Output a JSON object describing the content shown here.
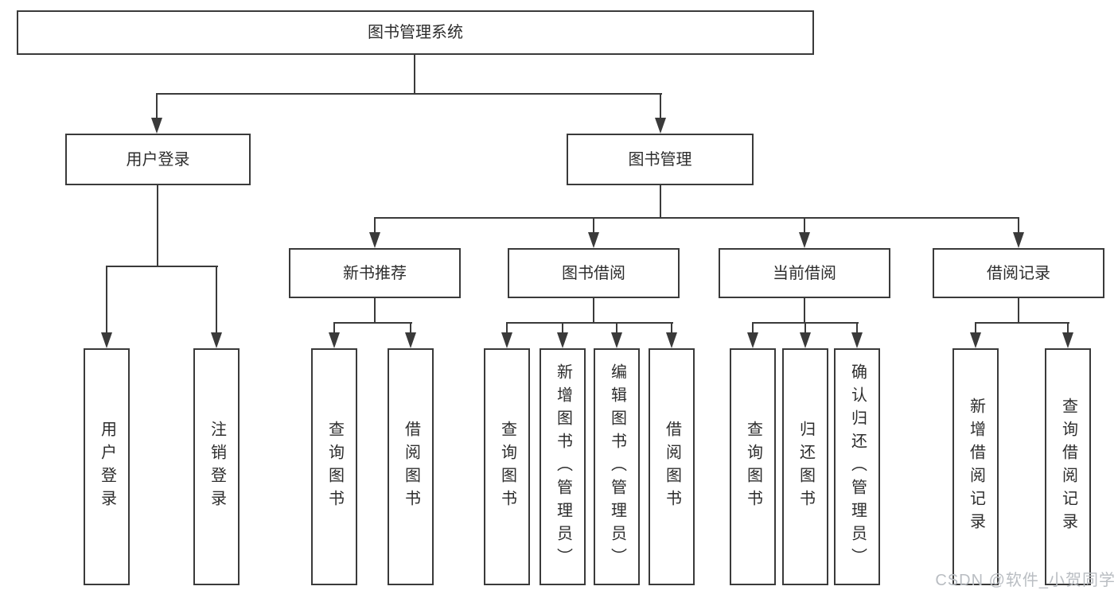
{
  "diagram": {
    "root_label": "图书管理系统",
    "branches": [
      {
        "label": "用户登录",
        "children": [
          {
            "label": "用户登录"
          },
          {
            "label": "注销登录"
          }
        ]
      },
      {
        "label": "图书管理",
        "sections": [
          {
            "label": "新书推荐",
            "children": [
              {
                "label": "查询图书"
              },
              {
                "label": "借阅图书"
              }
            ]
          },
          {
            "label": "图书借阅",
            "children": [
              {
                "label": "查询图书"
              },
              {
                "label": "新增图书（管理员）"
              },
              {
                "label": "编辑图书（管理员）"
              },
              {
                "label": "借阅图书"
              }
            ]
          },
          {
            "label": "当前借阅",
            "children": [
              {
                "label": "查询图书"
              },
              {
                "label": "归还图书"
              },
              {
                "label": "确认归还（管理员）"
              }
            ]
          },
          {
            "label": "借阅记录",
            "children": [
              {
                "label": "新增借阅记录"
              },
              {
                "label": "查询借阅记录"
              }
            ]
          }
        ]
      }
    ]
  },
  "watermark": {
    "text": "CSDN @软件_小贺同学"
  },
  "colors": {
    "line": "#3a3a3a",
    "text": "#2d2d2d",
    "background": "#ffffff",
    "watermark": "#b9bdc2"
  }
}
